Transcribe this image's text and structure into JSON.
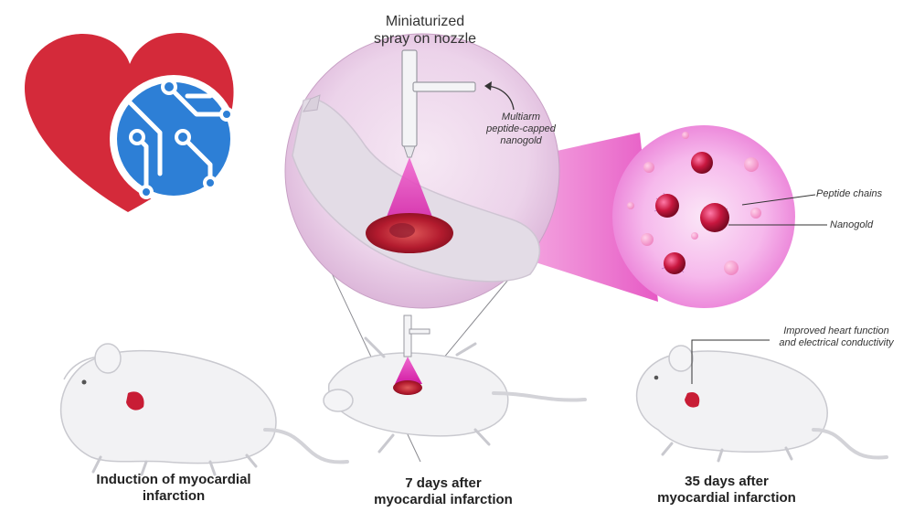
{
  "diagram": {
    "nozzle_title_line1": "Miniaturized",
    "nozzle_title_line2": "spray on nozzle",
    "nanogold_note_line1": "Multiarm",
    "nanogold_note_line2": "peptide-capped",
    "nanogold_note_line3": "nanogold",
    "peptide_label": "Peptide chains",
    "nanogold_label": "Nanogold",
    "improved_line1": "Improved heart function",
    "improved_line2": "and electrical conductivity",
    "stage1_line1": "Induction of myocardial",
    "stage1_line2": "infarction",
    "stage2_line1": "7 days after",
    "stage2_line2": "myocardial infarction",
    "stage3_line1": "35 days after",
    "stage3_line2": "myocardial infarction"
  },
  "colors": {
    "logo_heart": "#d42a3a",
    "logo_circuit": "#2d7fd6",
    "magenta": "#e040b8",
    "wound": "#b01530",
    "mouse_body": "#f2f2f4",
    "mouse_outline": "#c9c9cf"
  },
  "icons": {
    "logo": "heart-circuit-icon"
  }
}
